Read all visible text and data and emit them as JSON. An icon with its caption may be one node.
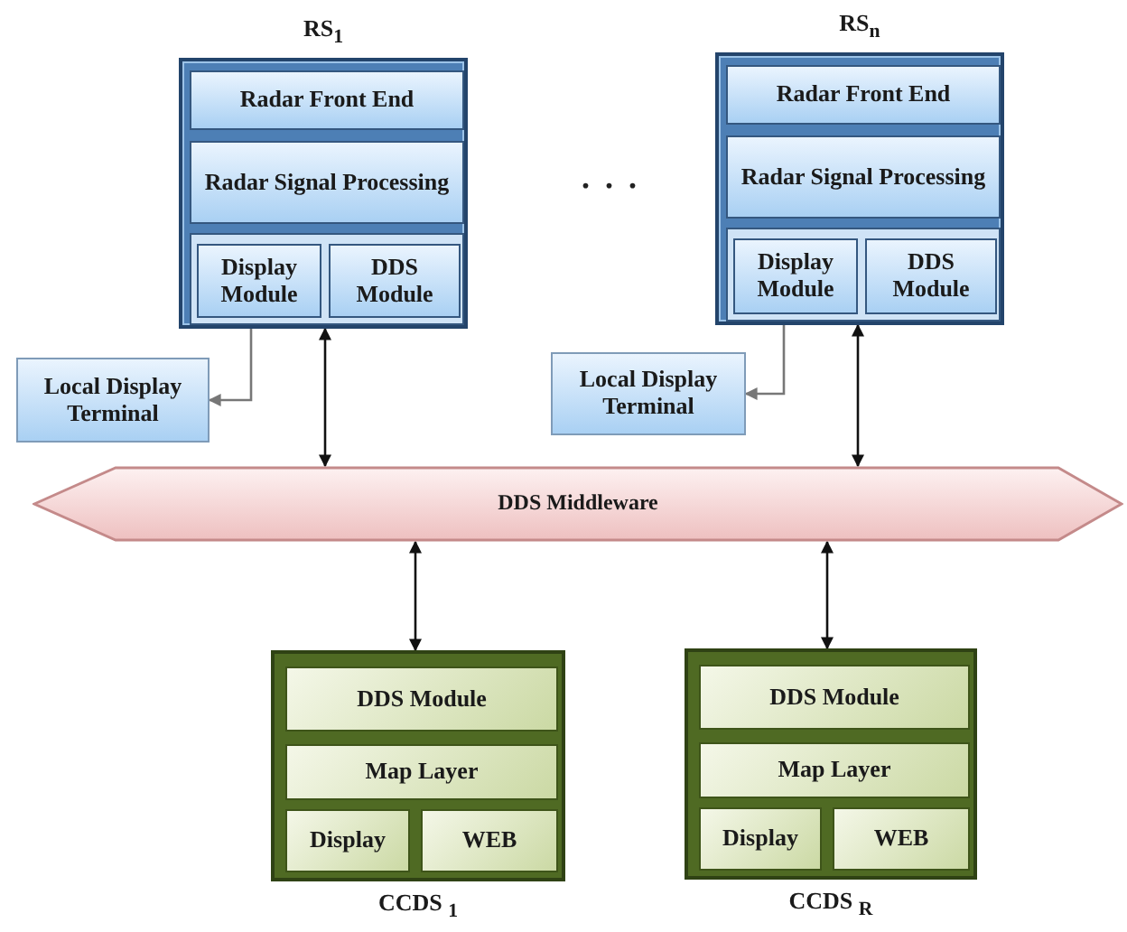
{
  "diagram": {
    "nodes": [
      {
        "text": [
          "RS$_{1}$"
        ]
      },
      {
        "text": [
          "Radar Front End"
        ],
        "in": 0
      },
      {
        "text": [
          "Radar Signal Processing"
        ],
        "in": 0
      },
      {
        "text": [],
        "shape": "box",
        "in": 0
      },
      {
        "text": [
          "Display Module"
        ],
        "in": 3
      },
      {
        "text": [
          "DDS Module"
        ],
        "in": 3
      },
      {
        "text": [
          "RS$_{n}$"
        ]
      },
      {
        "text": [
          "Radar Front End"
        ],
        "in": 6
      },
      {
        "text": [
          "Radar Signal Processing"
        ],
        "in": 6
      },
      {
        "text": [],
        "shape": "box",
        "in": 6
      },
      {
        "text": [
          "Display Module"
        ],
        "in": 9
      },
      {
        "text": [
          "DDS Module"
        ],
        "in": 9
      },
      {
        "text": [
          "Local Display Terminal"
        ]
      },
      {
        "text": [
          "Local Display Terminal"
        ]
      },
      {
        "text": [
          "DDS Middleware"
        ]
      },
      {
        "text": [
          "CCDS $_{1}$"
        ]
      },
      {
        "text": [
          "DDS Module"
        ],
        "in": 15
      },
      {
        "text": [
          "Map Layer"
        ],
        "in": 15
      },
      {
        "text": [
          "Display"
        ],
        "in": 15
      },
      {
        "text": [
          "WEB"
        ],
        "in": 15
      },
      {
        "text": [
          "CCDS $_{R}$"
        ]
      },
      {
        "text": [
          "DDS Module"
        ],
        "in": 20
      },
      {
        "text": [
          "Map Layer"
        ],
        "in": 20
      },
      {
        "text": [
          "Display"
        ],
        "in": 20
      },
      {
        "text": [
          "WEB"
        ],
        "in": 20
      }
    ],
    "edges": [
      {
        "from": 0,
        "to": 12,
        "arrow": "to",
        "color": "#777777"
      },
      {
        "from": 6,
        "to": 13,
        "arrow": "to",
        "color": "#777777"
      },
      {
        "from": 0,
        "to": 14,
        "arrow": "both"
      },
      {
        "from": 6,
        "to": 14,
        "arrow": "both"
      },
      {
        "from": 14,
        "to": 15,
        "arrow": "both"
      },
      {
        "from": 14,
        "to": 20,
        "arrow": "both"
      }
    ],
    "labels": [
      ". . ."
    ]
  }
}
